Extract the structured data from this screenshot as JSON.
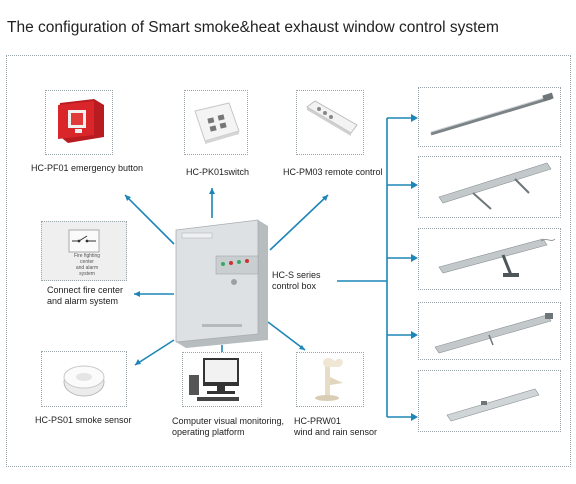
{
  "title": "The configuration of Smart smoke&heat exhaust window control system",
  "devices": {
    "emergency_button": "HC-PF01 emergency button",
    "switch": "HC-PK01switch",
    "remote_control": "HC-PM03 remote control",
    "fire_center_line1": "Connect fire center",
    "fire_center_line2": "and alarm system",
    "fire_panel_text_line1": "Fire fighting center",
    "fire_panel_text_line2": "and alarm system",
    "control_box_line1": "HC-S series",
    "control_box_line2": "control box",
    "smoke_sensor": "HC-PS01 smoke sensor",
    "monitoring_line1": "Computer visual monitoring,",
    "monitoring_line2": "operating platform",
    "wind_sensor_line1": "HC-PRW01",
    "wind_sensor_line2": "wind and rain sensor"
  },
  "colors": {
    "connector": "#1d86b8",
    "frame": "#9aa4ab",
    "button_red": "#d8262a"
  }
}
